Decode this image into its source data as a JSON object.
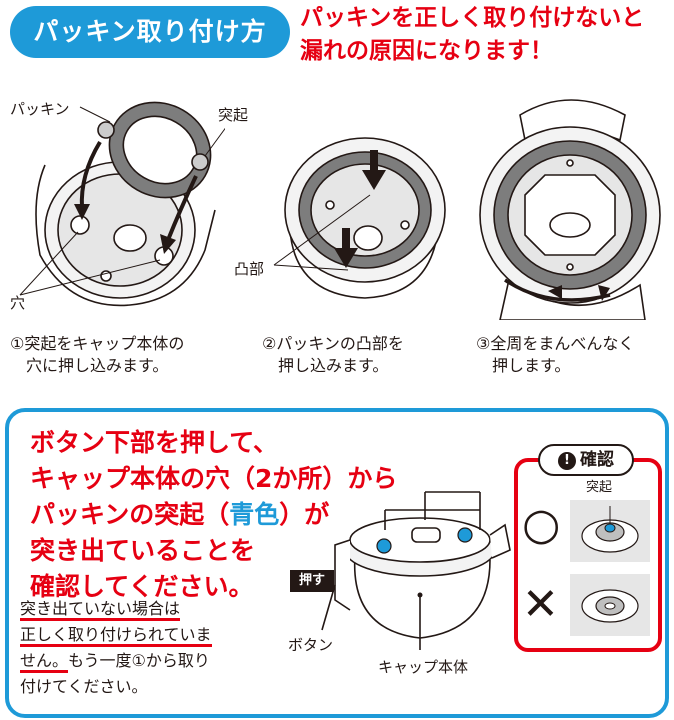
{
  "header": {
    "title": "パッキン取り付け方",
    "warning_line1": "パッキンを正しく取り付けないと",
    "warning_line2": "漏れの原因になります！"
  },
  "steps": [
    {
      "caption_line1": "①突起をキャップ本体の",
      "caption_line2": "穴に押し込みます。"
    },
    {
      "caption_line1": "②パッキンの凸部を",
      "caption_line2": "押し込みます。"
    },
    {
      "caption_line1": "③全周をまんべんなく",
      "caption_line2": "押します。"
    }
  ],
  "labels": {
    "packing": "パッキン",
    "protrusion": "突起",
    "hole": "穴",
    "convex": "凸部",
    "button": "ボタン",
    "cap_body": "キャップ本体",
    "push": "押す",
    "check": "確認",
    "check_protrusion": "突起"
  },
  "check_section": {
    "line1": "ボタン下部を押して、",
    "line2": "キャップ本体の穴（2か所）から",
    "line3_a": "パッキンの突起（",
    "line3_blue": "青色",
    "line3_b": "）が",
    "line4": "突き出ていることを",
    "line5": "確認してください。",
    "note_line1": "突き出ていない場合は",
    "note_line2": "正しく取り付けられていま",
    "note_line3_u": "せん。",
    "note_line3_rest": "もう一度①から取り",
    "note_line4": "付けてください。",
    "ok_symbol": "○",
    "ng_symbol": "✕"
  },
  "colors": {
    "accent_blue": "#1e9ad8",
    "warning_red": "#e60012",
    "ink": "#231815"
  }
}
